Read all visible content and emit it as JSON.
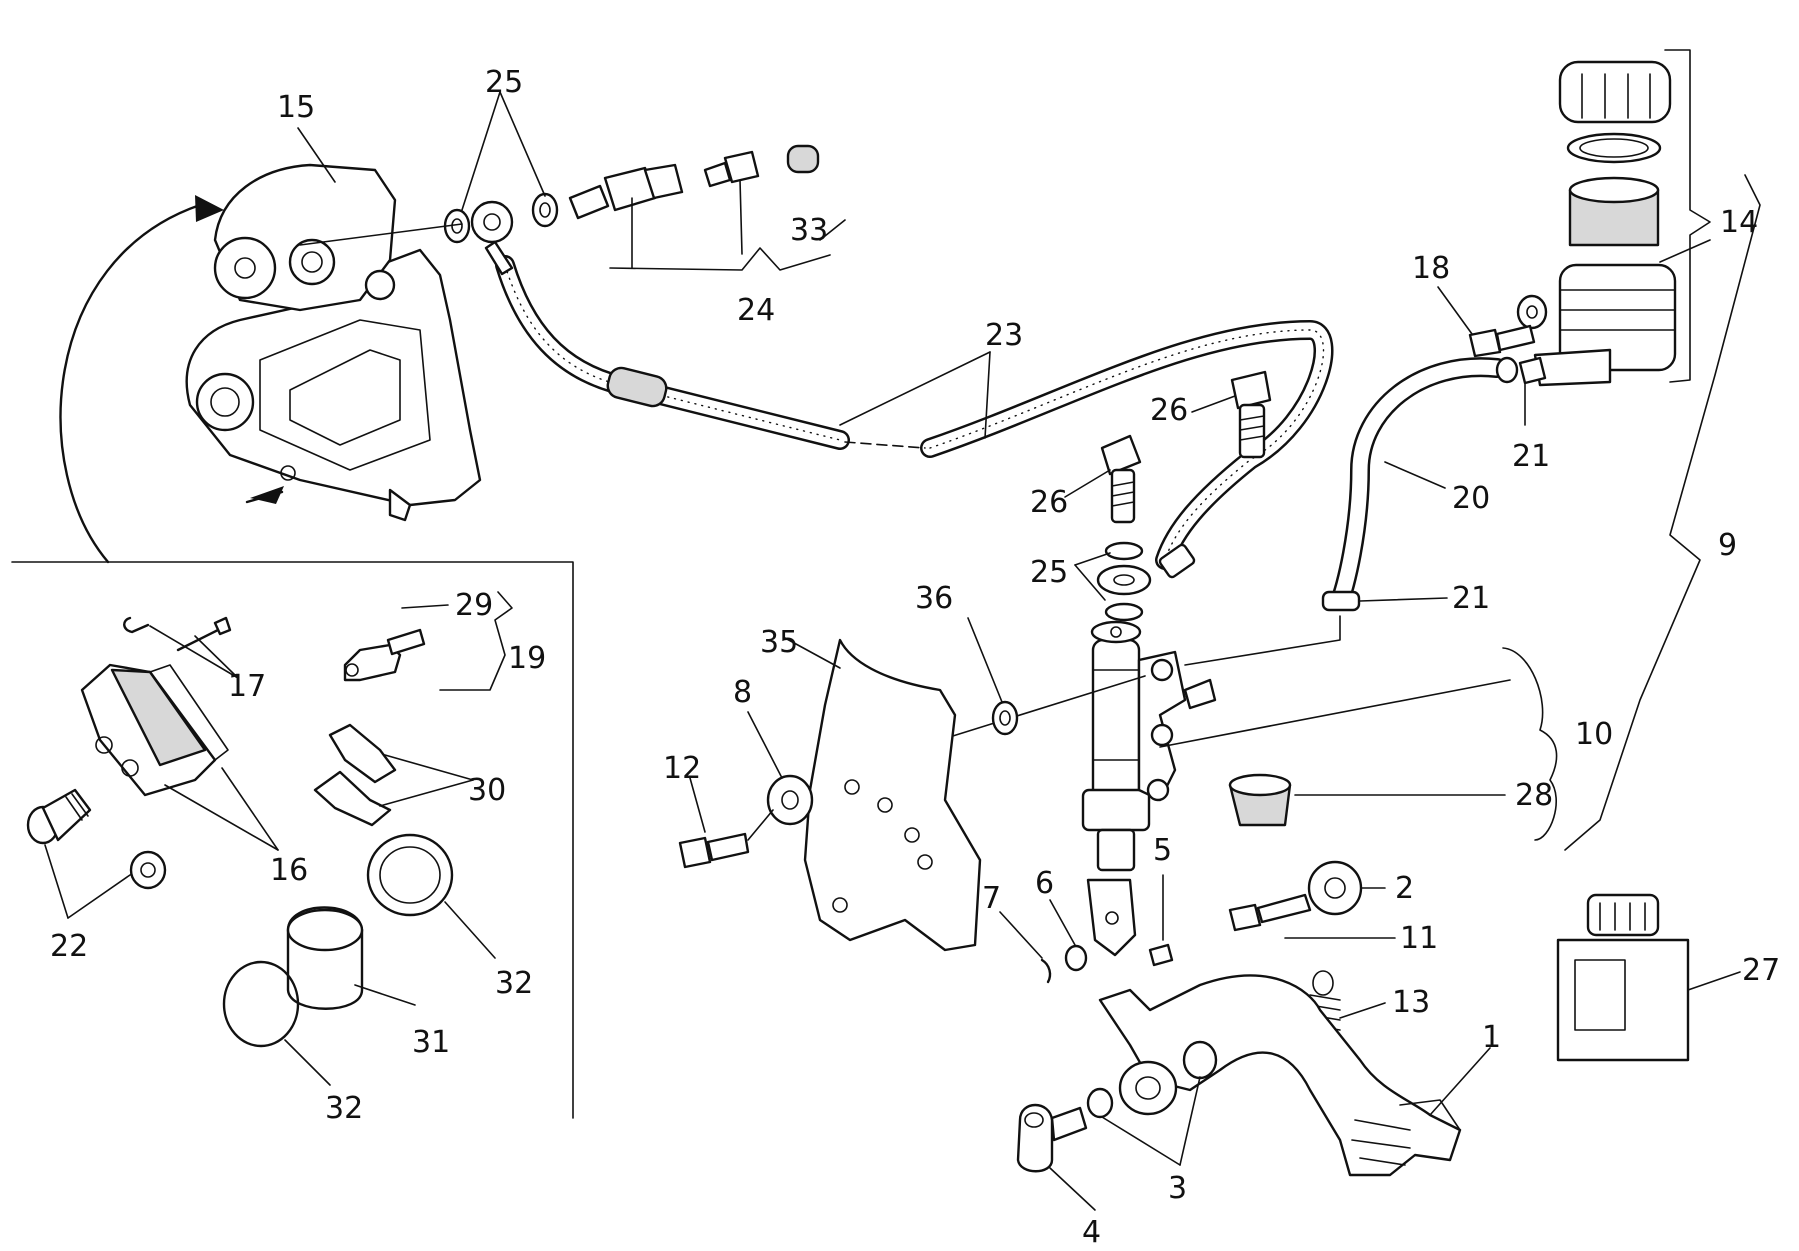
{
  "callouts": {
    "c1": "1",
    "c2": "2",
    "c3": "3",
    "c4": "4",
    "c5": "5",
    "c6": "6",
    "c7": "7",
    "c8": "8",
    "c9": "9",
    "c10": "10",
    "c11": "11",
    "c12": "12",
    "c13": "13",
    "c14": "14",
    "c15": "15",
    "c16": "16",
    "c17": "17",
    "c18": "18",
    "c19": "19",
    "c20": "20",
    "c21a": "21",
    "c21b": "21",
    "c22": "22",
    "c23": "23",
    "c24": "24",
    "c25a": "25",
    "c25b": "25",
    "c26a": "26",
    "c26b": "26",
    "c27": "27",
    "c28": "28",
    "c29": "29",
    "c30": "30",
    "c31": "31",
    "c32a": "32",
    "c32b": "32",
    "c33": "33",
    "c35": "35",
    "c36": "36"
  }
}
